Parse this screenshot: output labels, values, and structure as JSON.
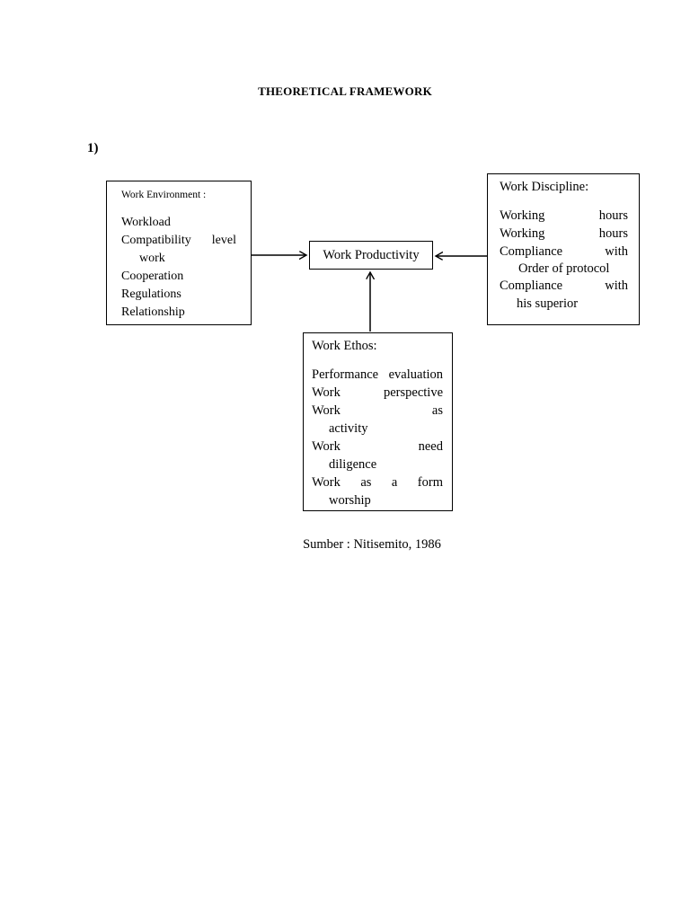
{
  "page": {
    "title": "THEORETICAL FRAMEWORK",
    "list_marker": "1)",
    "source_caption": "Sumber : Nitisemito, 1986"
  },
  "diagram": {
    "productivity_box": {
      "label": "Work Productivity"
    },
    "environment_box": {
      "heading": "Work Environment :",
      "lines": [
        "Workload",
        "Compatibility level",
        "work",
        "Cooperation",
        "Regulations",
        "Relationship"
      ]
    },
    "discipline_box": {
      "heading": "Work Discipline:",
      "lines": [
        "Working hours",
        "Working hours",
        "Compliance with",
        "Order of protocol",
        "Compliance with",
        "his superior"
      ]
    },
    "ethos_box": {
      "heading": "Work Ethos:",
      "lines": [
        "Performance evaluation",
        "Work perspective",
        "Work as",
        "activity",
        "Work need",
        "diligence",
        "Work as a form",
        "worship"
      ]
    }
  }
}
